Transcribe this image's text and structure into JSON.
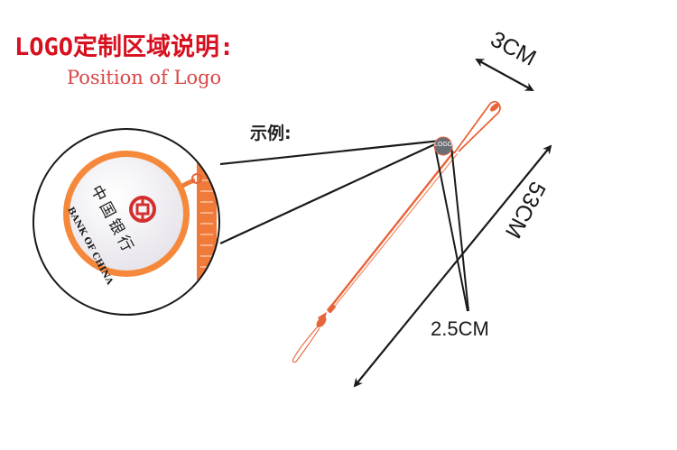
{
  "header": {
    "title_cn": "LOGO定制区域说明:",
    "title_en": "Position of Logo"
  },
  "example": {
    "label": "示例:",
    "logo_marker_text": "LOGO"
  },
  "zoom_inset": {
    "badge_brand_en": "BANK OF CHINA",
    "badge_brand_cn": "中国银行"
  },
  "dimensions": {
    "width_label": "3CM",
    "length_label": "53CM",
    "logo_size_label": "2.5CM"
  },
  "colors": {
    "title_red": "#d7101f",
    "subtitle_red": "#d94545",
    "lanyard_orange": "#e8643a",
    "badge_orange": "#f5883a",
    "logo_marker_gray": "#6b6e75",
    "line_black": "#1a1a1a"
  }
}
